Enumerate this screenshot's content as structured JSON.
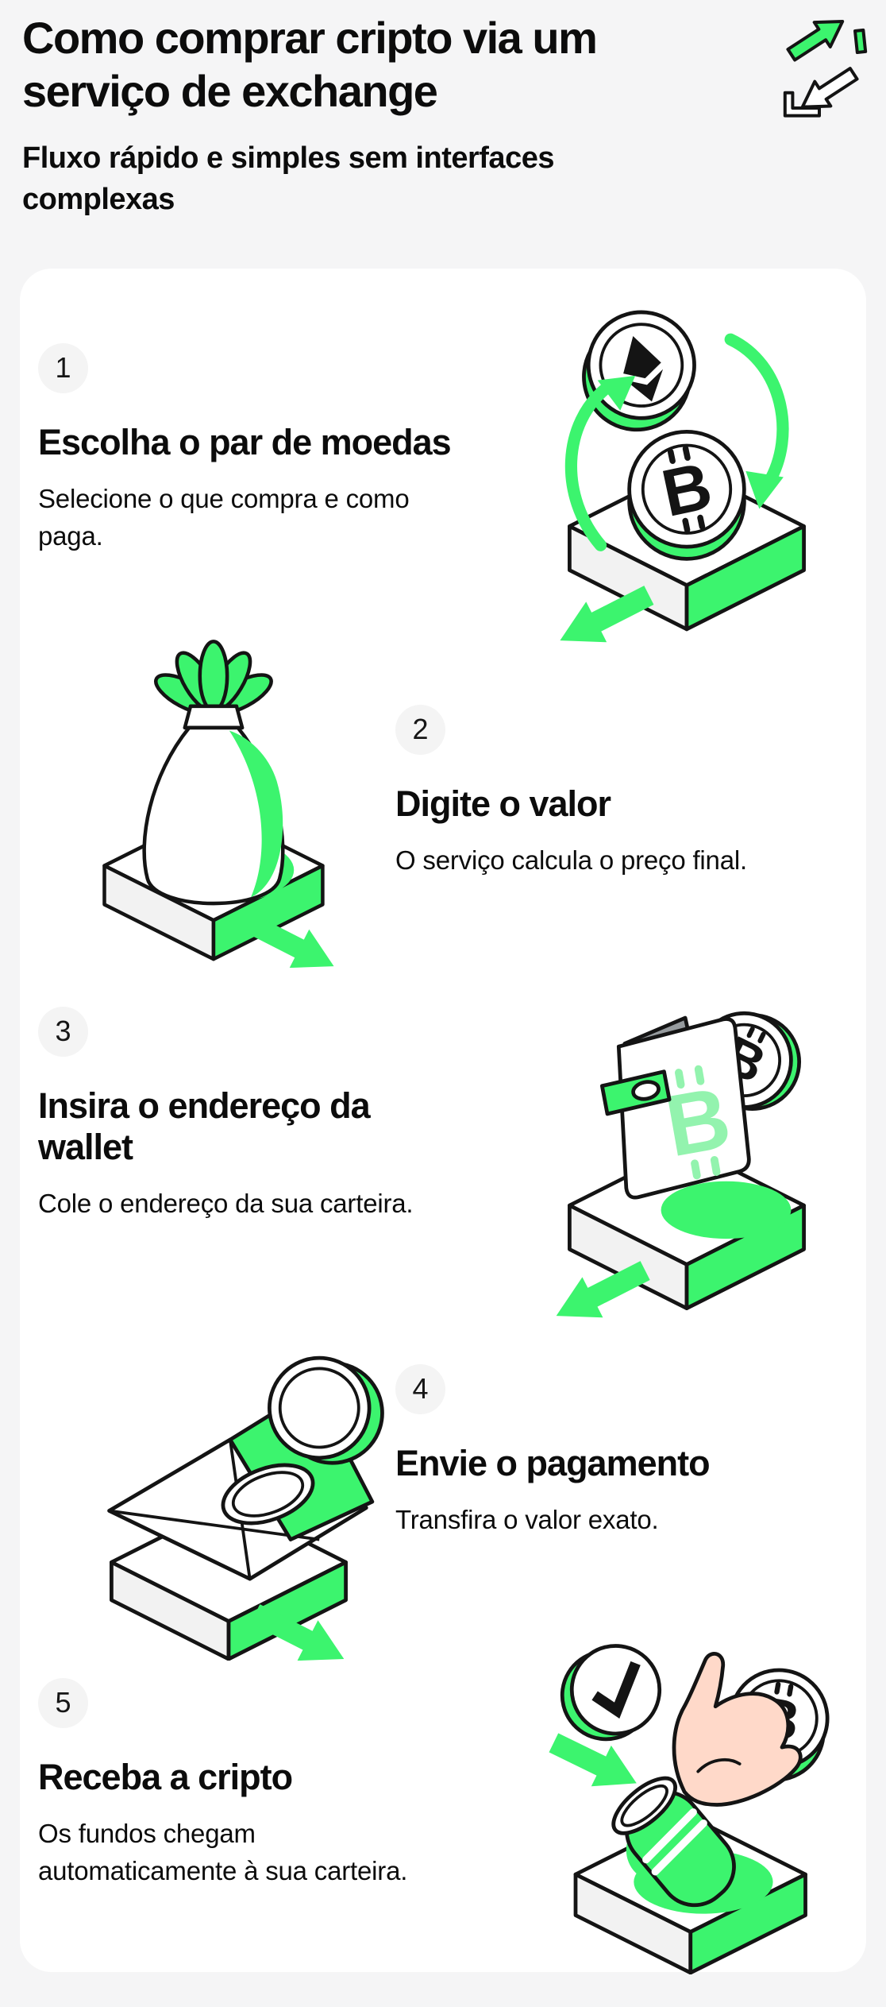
{
  "header": {
    "title": "Como comprar cripto via um\nserviço de exchange",
    "subtitle": "Fluxo rápido e simples sem interfaces\ncomplexas",
    "icon": "exchange-arrows-icon"
  },
  "colors": {
    "accent_green": "#3CF46E",
    "background": "#F5F5F6",
    "card": "#FFFFFF",
    "badge_background": "#F4F4F4",
    "text": "#0C0C0C",
    "outline": "#141414",
    "skin": "#FFD9C9"
  },
  "steps": [
    {
      "number": "1",
      "title": "Escolha o par de moedas",
      "description": "Selecione o que compra e como\npaga.",
      "illustration": "ethereum-bitcoin-coin-swap",
      "illustration_side": "right"
    },
    {
      "number": "2",
      "title": "Digite o valor",
      "description": "O serviço calcula o preço final.",
      "illustration": "money-bag-on-platform",
      "illustration_side": "left"
    },
    {
      "number": "3",
      "title": "Insira o endereço da\nwallet",
      "description": "Cole o endereço da sua carteira.",
      "illustration": "wallet-with-bitcoin-coin",
      "illustration_side": "right"
    },
    {
      "number": "4",
      "title": "Envie o pagamento",
      "description": "Transfira o valor exato.",
      "illustration": "envelope-with-coin",
      "illustration_side": "left"
    },
    {
      "number": "5",
      "title": "Receba a cripto",
      "description": "Os fundos chegam\nautomaticamente à sua carteira.",
      "illustration": "hand-receiving-bitcoin",
      "illustration_side": "right"
    }
  ]
}
